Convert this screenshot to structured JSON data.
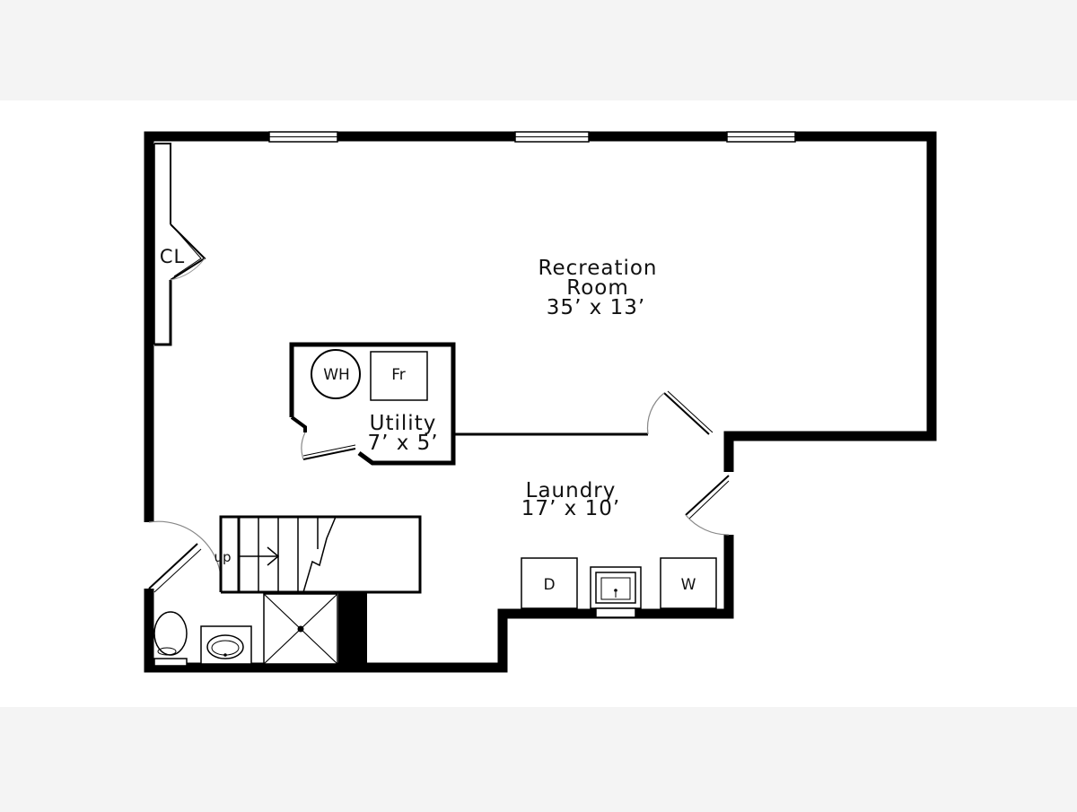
{
  "floor_plan": {
    "rooms": [
      {
        "id": "recreation",
        "name_line1": "Recreation",
        "name_line2": "Room",
        "dimensions": "35’ x 13’"
      },
      {
        "id": "utility",
        "name": "Utility",
        "dimensions": "7’ x 5’"
      },
      {
        "id": "laundry",
        "name": "Laundry",
        "dimensions": "17’ x 10’"
      }
    ],
    "closet_label": "CL",
    "water_heater_label": "WH",
    "furnace_label": "Fr",
    "dryer_label": "D",
    "washer_label": "W",
    "stairs_label": "up"
  },
  "colors": {
    "background": "#f4f4f4",
    "plan_background": "#ffffff",
    "wall": "#000000",
    "door_swing": "#888888"
  }
}
